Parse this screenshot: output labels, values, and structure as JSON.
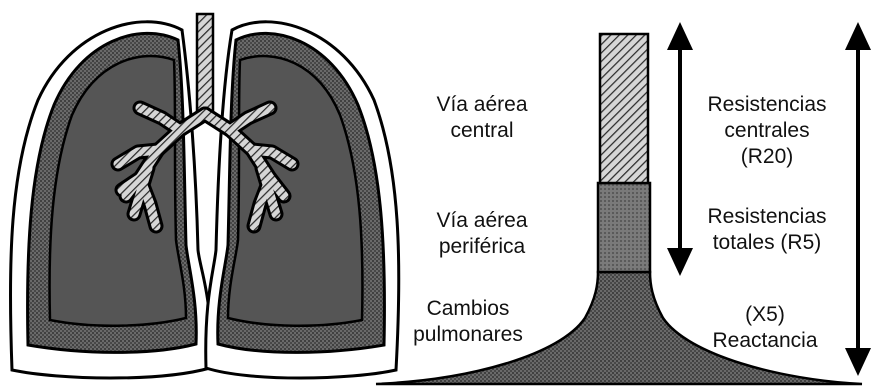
{
  "labels": {
    "central_airway": [
      "Vía aérea",
      "central"
    ],
    "peripheral_airway": [
      "Vía aérea",
      "periférica"
    ],
    "pulmonary_changes": [
      "Cambios",
      "pulmonares"
    ],
    "central_resistance": [
      "Resistencias",
      "centrales",
      "(R20)"
    ],
    "total_resistance": [
      "Resistencias",
      "totales (R5)"
    ],
    "reactance": [
      "(X5)",
      "Reactancia"
    ]
  },
  "colors": {
    "outline": "#000000",
    "lung_fill": "#555555",
    "peripheral_band": "#6e6e6e",
    "hatch_line": "#3a3a3a",
    "pleura": "#ffffff"
  },
  "icons": [
    "lungs-illustration",
    "airway-column-illustration",
    "double-arrow-icon"
  ]
}
